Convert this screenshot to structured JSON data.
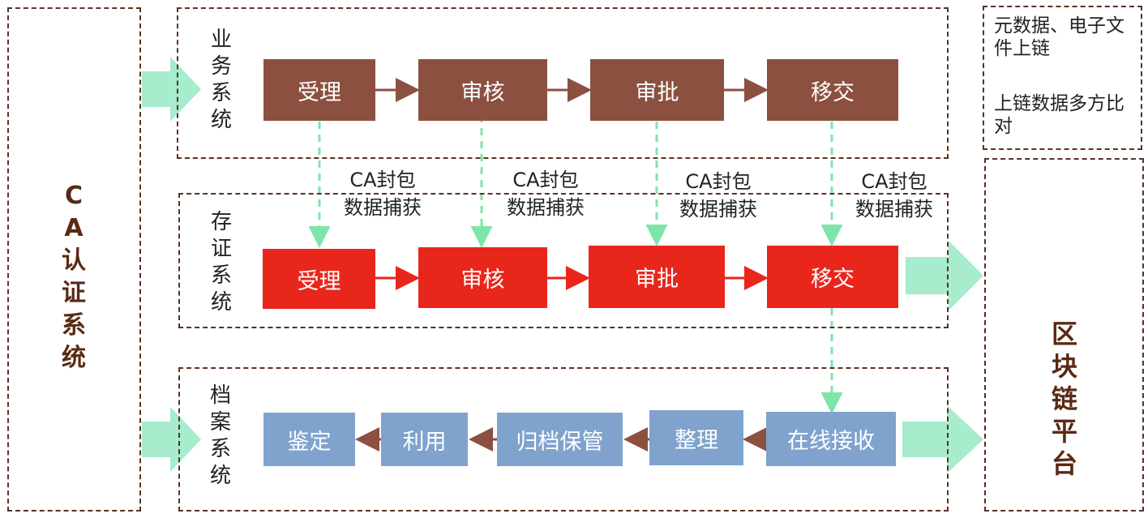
{
  "ca_system": {
    "label": "CA认证系统"
  },
  "blockchain": {
    "label": "区块链平台",
    "notes": [
      "元数据、电子文件上链",
      "上链数据多方比对"
    ]
  },
  "business_system": {
    "label": "业务系统",
    "steps": [
      "受理",
      "审核",
      "审批",
      "移交"
    ]
  },
  "evidence_system": {
    "label": "存证系统",
    "steps": [
      "受理",
      "审核",
      "审批",
      "移交"
    ]
  },
  "archive_system": {
    "label": "档案系统",
    "steps": [
      "鉴定",
      "利用",
      "归档保管",
      "整理",
      "在线接收"
    ]
  },
  "capture_labels": [
    {
      "line1": "CA封包",
      "line2": "数据捕获"
    },
    {
      "line1": "CA封包",
      "line2": "数据捕获"
    },
    {
      "line1": "CA封包",
      "line2": "数据捕获"
    },
    {
      "line1": "CA封包",
      "line2": "数据捕获"
    }
  ],
  "colors": {
    "business": "#8b5040",
    "evidence": "#e8261c",
    "archive": "#7fa3cc",
    "big_arrow": "#a6eccd",
    "dashed_arrow": "#7ee5a9",
    "border": "#5a3222"
  }
}
